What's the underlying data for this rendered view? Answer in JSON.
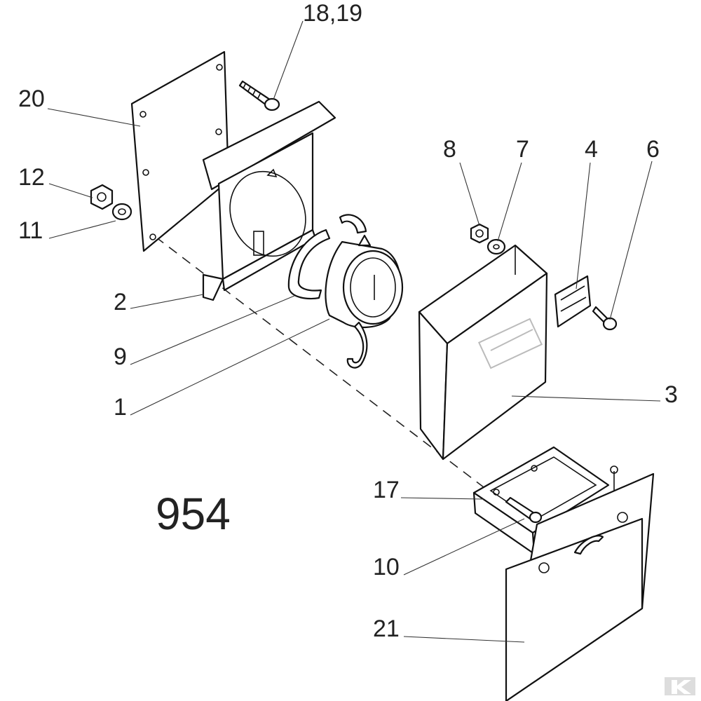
{
  "figure_number": "954",
  "callouts": {
    "c18_19": "18,19",
    "c20": "20",
    "c12": "12",
    "c11": "11",
    "c2": "2",
    "c9": "9",
    "c1": "1",
    "c8": "8",
    "c7": "7",
    "c4": "4",
    "c6": "6",
    "c3": "3",
    "c17": "17",
    "c10": "10",
    "c21": "21"
  },
  "colors": {
    "line": "#111111",
    "ghost": "#bbbbbb",
    "watermark": "#dddddd"
  },
  "watermark_icon": "k-logo-icon"
}
